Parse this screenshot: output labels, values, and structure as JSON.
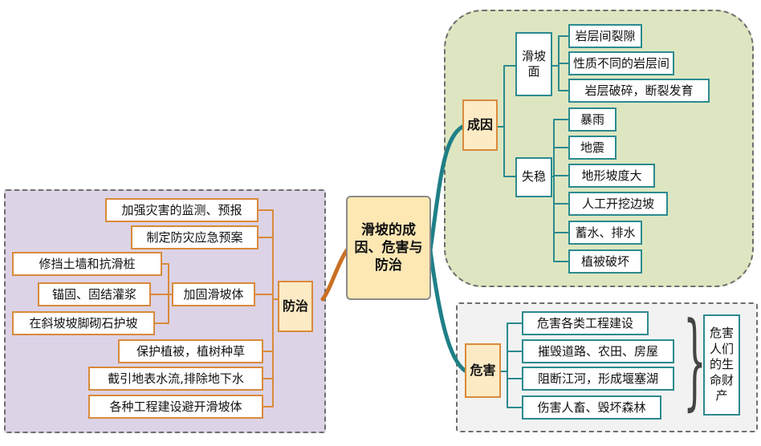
{
  "center": {
    "title": "滑坡的成因、危害与防治"
  },
  "causes": {
    "label": "成因",
    "groups": [
      {
        "label": "滑坡面",
        "items": [
          "岩层间裂隙",
          "性质不同的岩层间",
          "岩层破碎，断裂发育"
        ]
      },
      {
        "label": "失稳",
        "items": [
          "暴雨",
          "地震",
          "地形坡度大",
          "人工开挖边坡",
          "蓄水、排水",
          "植被破坏"
        ]
      }
    ]
  },
  "harms": {
    "label": "危害",
    "items": [
      "危害各类工程建设",
      "摧毁道路、农田、房屋",
      "阻断江河，形成堰塞湖",
      "伤害人畜、毁坏森林"
    ],
    "summary": "危害人们的生命财产"
  },
  "prevention": {
    "label": "防治",
    "items": [
      "加强灾害的监测、预报",
      "制定防灾应急预案",
      "保护植被，植树种草",
      "截引地表水流,排除地下水",
      "各种工程建设避开滑坡体"
    ],
    "reinforce": {
      "label": "加固滑坡体",
      "items": [
        "修挡土墙和抗滑桩",
        "锚固、固结灌浆",
        "在斜坡坡脚砌石护坡"
      ]
    }
  },
  "colors": {
    "teal": "#2b8a8f",
    "orange": "#d98a3a",
    "cause_bg": "#dde6c1",
    "prevent_bg": "#dcd3e6"
  }
}
